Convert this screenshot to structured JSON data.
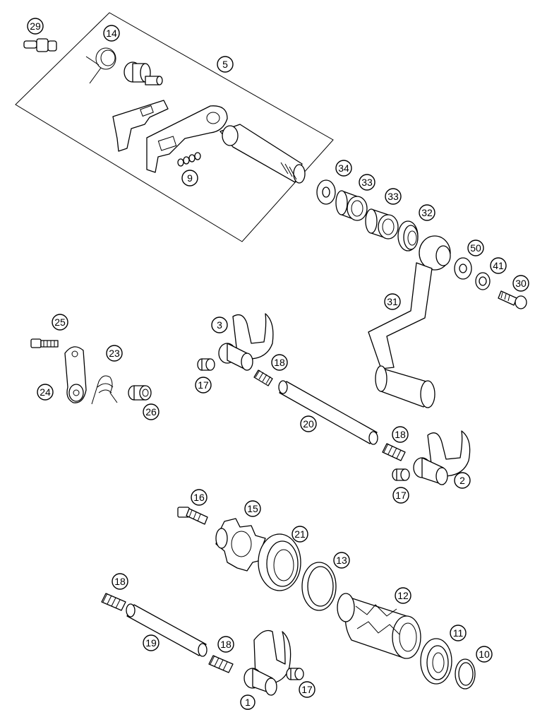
{
  "callouts": [
    {
      "id": "29",
      "label": "29"
    },
    {
      "id": "14",
      "label": "14"
    },
    {
      "id": "5",
      "label": "5"
    },
    {
      "id": "9",
      "label": "9"
    },
    {
      "id": "34",
      "label": "34"
    },
    {
      "id": "33a",
      "label": "33"
    },
    {
      "id": "33b",
      "label": "33"
    },
    {
      "id": "32",
      "label": "32"
    },
    {
      "id": "50",
      "label": "50"
    },
    {
      "id": "41",
      "label": "41"
    },
    {
      "id": "30",
      "label": "30"
    },
    {
      "id": "31",
      "label": "31"
    },
    {
      "id": "25",
      "label": "25"
    },
    {
      "id": "23",
      "label": "23"
    },
    {
      "id": "24",
      "label": "24"
    },
    {
      "id": "26",
      "label": "26"
    },
    {
      "id": "3",
      "label": "3"
    },
    {
      "id": "18a",
      "label": "18"
    },
    {
      "id": "17a",
      "label": "17"
    },
    {
      "id": "20",
      "label": "20"
    },
    {
      "id": "18b",
      "label": "18"
    },
    {
      "id": "2",
      "label": "2"
    },
    {
      "id": "17b",
      "label": "17"
    },
    {
      "id": "16",
      "label": "16"
    },
    {
      "id": "15",
      "label": "15"
    },
    {
      "id": "21",
      "label": "21"
    },
    {
      "id": "13",
      "label": "13"
    },
    {
      "id": "18c",
      "label": "18"
    },
    {
      "id": "12",
      "label": "12"
    },
    {
      "id": "11",
      "label": "11"
    },
    {
      "id": "10",
      "label": "10"
    },
    {
      "id": "19",
      "label": "19"
    },
    {
      "id": "18d",
      "label": "18"
    },
    {
      "id": "17c",
      "label": "17"
    },
    {
      "id": "1",
      "label": "1"
    }
  ]
}
